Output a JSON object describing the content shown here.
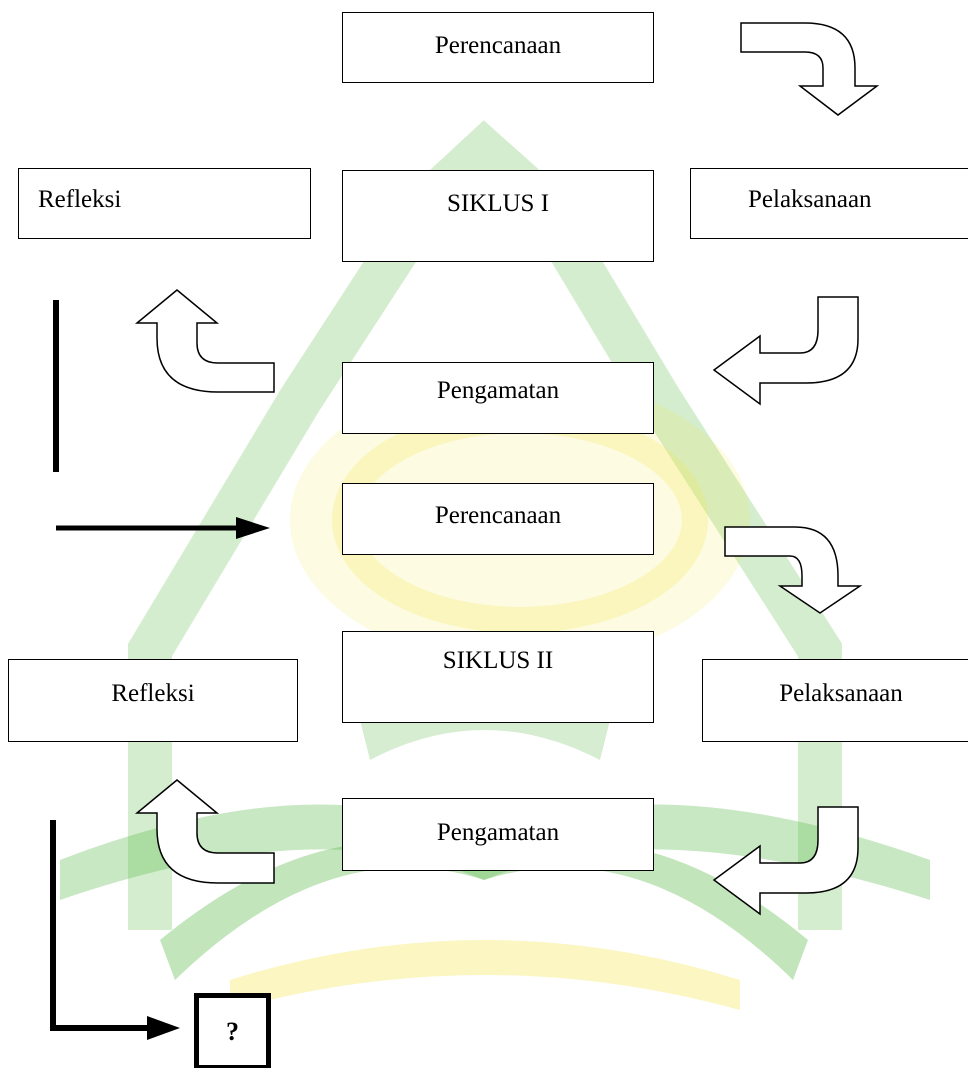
{
  "colors": {
    "watermark_green": "#5fbb4e",
    "watermark_yellow": "#f2e442",
    "line": "#000000",
    "box_fill": "#ffffff"
  },
  "icons": {
    "curved_arrow_right_down": "curved-arrow-right-down-icon",
    "curved_arrow_down_left": "curved-arrow-down-left-icon",
    "curved_arrow_left_up": "curved-arrow-left-up-icon",
    "straight_arrow_right": "straight-arrow-right-icon"
  },
  "cycle_1": {
    "planning": "Perencanaan",
    "title": "SIKLUS I",
    "reflection": "Refleksi",
    "action": "Pelaksanaan",
    "observation": "Pengamatan"
  },
  "cycle_2": {
    "planning": "Perencanaan",
    "title": "SIKLUS II",
    "reflection": "Refleksi",
    "action": "Pelaksanaan",
    "observation": "Pengamatan"
  },
  "end_marker": "?"
}
